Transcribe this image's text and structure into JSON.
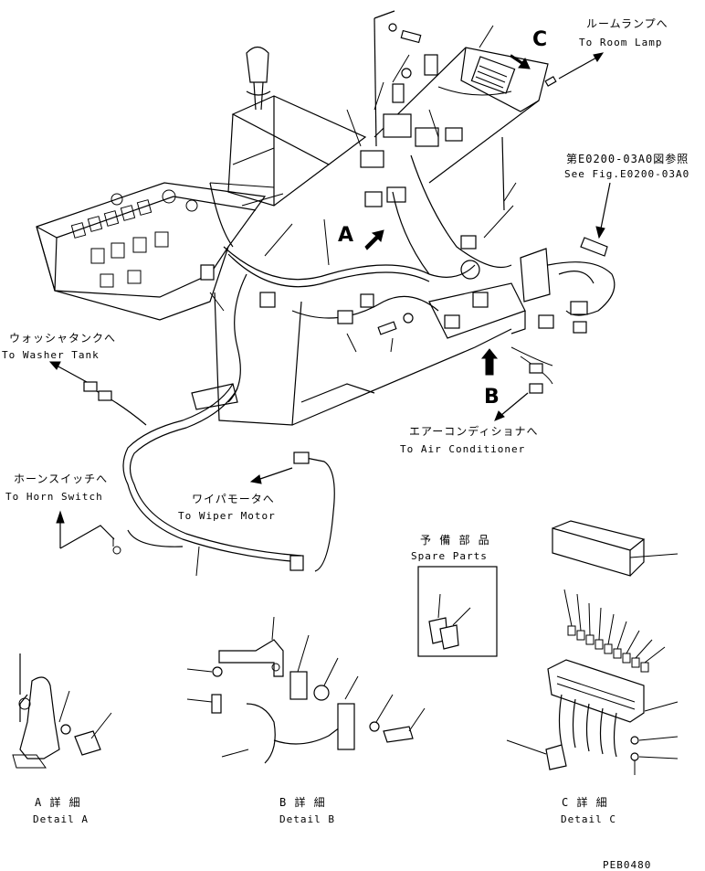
{
  "callouts": {
    "a": "A",
    "b": "B",
    "c": "C"
  },
  "labels": {
    "room_lamp_jp": "ルームランプへ",
    "room_lamp_en": "To Room Lamp",
    "see_fig_jp": "第E0200-03A0図参照",
    "see_fig_en": "See Fig.E0200-03A0",
    "washer_tank_jp": "ウォッシャタンクへ",
    "washer_tank_en": "To Washer Tank",
    "air_conditioner_jp": "エアーコンディショナへ",
    "air_conditioner_en": "To Air Conditioner",
    "horn_switch_jp": "ホーンスイッチへ",
    "horn_switch_en": "To Horn Switch",
    "wiper_motor_jp": "ワイパモータへ",
    "wiper_motor_en": "To Wiper Motor",
    "spare_parts_jp": "予 備 部 品",
    "spare_parts_en": "Spare Parts"
  },
  "details": {
    "a_jp": "A  詳  細",
    "a_en": "Detail A",
    "b_jp": "B  詳  細",
    "b_en": "Detail B",
    "c_jp": "C  詳  細",
    "c_en": "Detail C"
  },
  "drawing_number": "PEB0480"
}
